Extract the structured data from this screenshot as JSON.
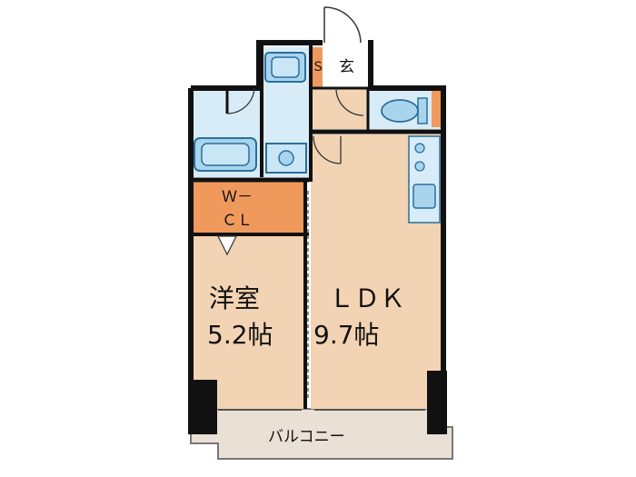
{
  "floorplan": {
    "rooms": {
      "western": {
        "name": "洋室",
        "size": "5.2帖"
      },
      "ldk": {
        "name": "ＬＤＫ",
        "size": "9.7帖"
      },
      "wcl": {
        "line1": "Ｗ－",
        "line2": "ＣＬ"
      },
      "entrance": {
        "name": "玄"
      },
      "shoes": {
        "name": "Ｓ"
      },
      "balcony": {
        "name": "バルコニー"
      }
    },
    "colors": {
      "wall": "#111111",
      "room_floor": "#f2d3b3",
      "closet": "#ef9a5c",
      "wet_area": "#d8ecf8",
      "balcony": "#e9e0d6",
      "fixture_fill": "#a9d4ee",
      "fixture_line": "#2b6f9a"
    }
  }
}
